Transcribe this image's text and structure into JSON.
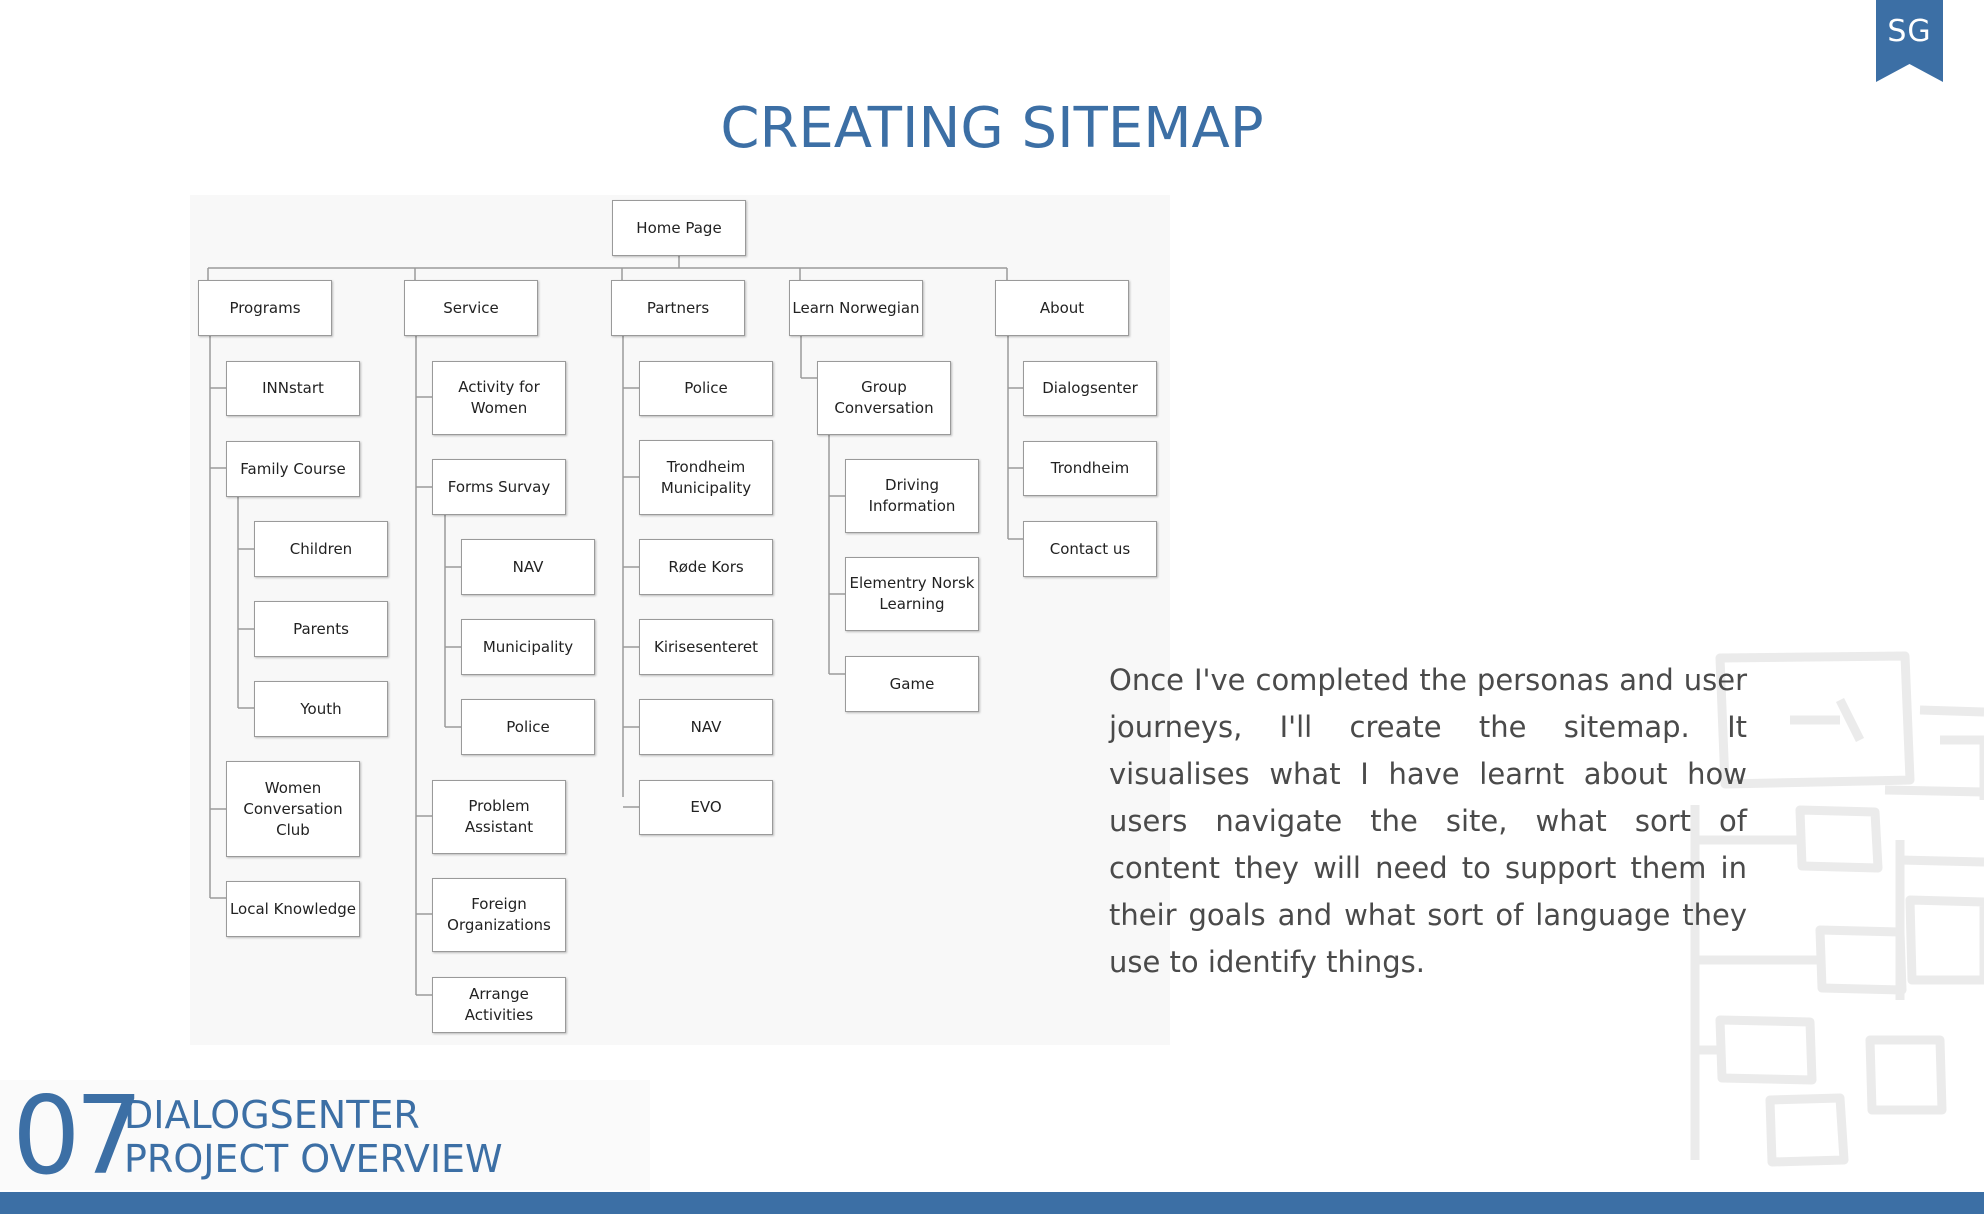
{
  "badge": {
    "text": "SG",
    "color": "#3c6fa5"
  },
  "title": "CREATING SITEMAP",
  "sitemap": {
    "root": "Home Page",
    "nodes": {
      "home": "Home Page",
      "programs": "Programs",
      "service": "Service",
      "partners": "Partners",
      "learn": "Learn Norwegian",
      "about": "About",
      "innstart": "INNstart",
      "family": "Family Course",
      "children": "Children",
      "parents": "Parents",
      "youth": "Youth",
      "women_club": "Women\nConversation\nClub",
      "local": "Local Knowledge",
      "activity": "Activity for\nWomen",
      "forms": "Forms Survay",
      "nav1": "NAV",
      "municipality": "Municipality",
      "police1": "Police",
      "problem": "Problem\nAssistant",
      "foreign": "Foreign\nOrganizations",
      "arrange": "Arrange Activities",
      "police2": "Police",
      "trondheim_mun": "Trondheim\nMunicipality",
      "rode": "Røde Kors",
      "kirise": "Kirisesenteret",
      "nav2": "NAV",
      "evo": "EVO",
      "group": "Group\nConversation",
      "driving": "Driving\nInformation",
      "elementry": "Elementry Norsk\nLearning",
      "game": "Game",
      "dialog": "Dialogsenter",
      "trondheim": "Trondheim",
      "contact": "Contact us"
    }
  },
  "body_text": "Once I've completed the personas and user journeys, I'll create the sitemap. It visualises what I have learnt about how users navigate the site, what sort of content they will need to support them in their goals and what sort of language they use to identify things.",
  "footer": {
    "number": "07",
    "line1": "DIALOGSENTER",
    "line2": "PROJECT OVERVIEW"
  },
  "colors": {
    "accent": "#3c6fa5",
    "node_border": "#9a9a9a",
    "connector": "#9a9a9a"
  }
}
